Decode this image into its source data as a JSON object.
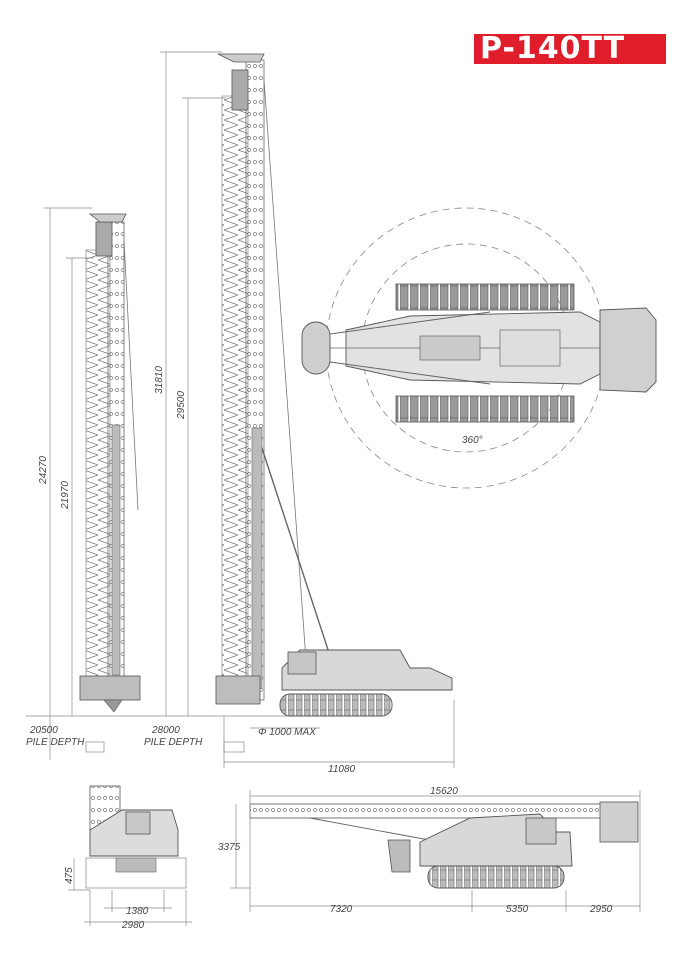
{
  "logo": {
    "text": "P-140TT",
    "color": "#e01e2b"
  },
  "dimensions": {
    "left_mast_total": "24270",
    "left_mast_inner": "21970",
    "left_pile_depth_value": "20500",
    "left_pile_depth_label": "PILE DEPTH",
    "right_mast_total": "31810",
    "right_mast_inner": "29500",
    "right_pile_depth_value": "28000",
    "right_pile_depth_label": "PILE DEPTH",
    "diameter": "Φ 1000 MAX",
    "reach": "11080",
    "rotation": "360°",
    "front_height": "475",
    "front_track_inner": "1380",
    "front_track_outer": "2980",
    "side_length_total": "15620",
    "side_height": "3375",
    "side_seg_1": "7320",
    "side_seg_2": "5350",
    "side_seg_3": "2950"
  },
  "colors": {
    "line": "#6a6a6a",
    "dim": "#8a8a8a",
    "fill": "#d8d8d8"
  }
}
